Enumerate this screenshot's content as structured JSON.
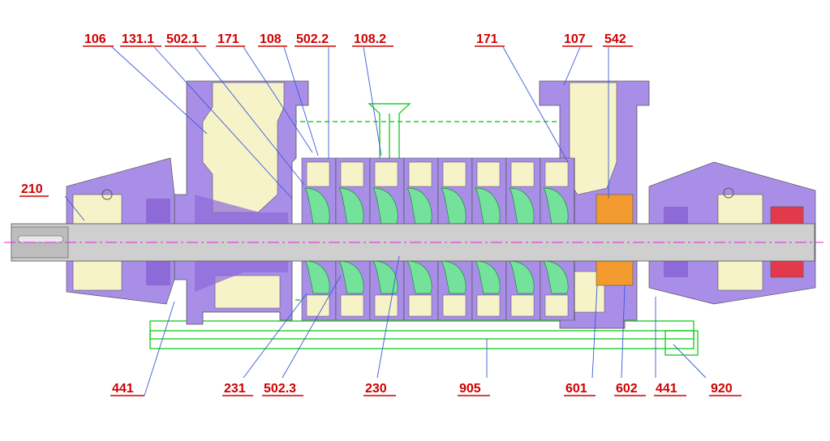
{
  "labels_top": [
    "106",
    "131.1",
    "502.1",
    "171",
    "108",
    "502.2",
    "108.2",
    "171",
    "107",
    "542"
  ],
  "label_left": "210",
  "labels_bottom": [
    "441",
    "231",
    "502.3",
    "230",
    "905",
    "601",
    "602",
    "441",
    "920"
  ],
  "colors": {
    "casing": "#a98ee8",
    "casing_dark": "#8d6ad8",
    "channel": "#f7f3c9",
    "impeller": "#74e29a",
    "shaft": "#cfcfcf",
    "bearing_orange": "#f29a2e",
    "coupling_red": "#e23a4a",
    "outline_green": "#22d02a",
    "centerline": "#e020e0",
    "label_red": "#d00000",
    "leader_blue": "#3a5bd9"
  }
}
